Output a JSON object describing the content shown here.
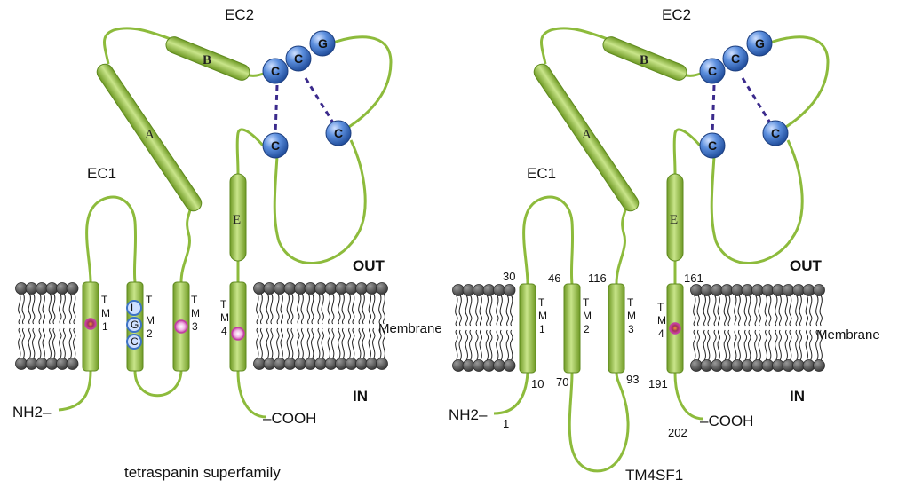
{
  "colors": {
    "helix": "#9bc24a",
    "helix_dark": "#5f8a1f",
    "loop": "#8dbb3c",
    "residue": "#3d73c4",
    "disulfide": "#3b2a8c",
    "lipid_head": "#555555",
    "marker": "#d84fb0"
  },
  "icons": {
    "cysteine_residue": "blue-sphere-icon",
    "lipid": "phospholipid-icon",
    "polar_residue": "pink-ring-icon"
  },
  "left": {
    "caption": "tetraspanin superfamily",
    "ec1": "EC1",
    "ec2": "EC2",
    "helix_a": "A",
    "helix_b": "B",
    "helix_e": "E",
    "tm": [
      {
        "t": "T",
        "m": "M",
        "n": "1"
      },
      {
        "t": "T",
        "m": "M",
        "n": "2"
      },
      {
        "t": "T",
        "m": "M",
        "n": "3"
      },
      {
        "t": "T",
        "m": "M",
        "n": "4"
      }
    ],
    "tm2_residues": [
      "L",
      "G",
      "C"
    ],
    "ec2_residues": [
      "C",
      "C",
      "G",
      "C",
      "C"
    ],
    "out": "OUT",
    "in": "IN",
    "membrane": "Membrane",
    "n_term": "NH2–",
    "c_term": "–COOH"
  },
  "right": {
    "caption": "TM4SF1",
    "ec1": "EC1",
    "ec2": "EC2",
    "helix_a": "A",
    "helix_b": "B",
    "helix_e": "E",
    "tm": [
      {
        "t": "T",
        "m": "M",
        "n": "1"
      },
      {
        "t": "T",
        "m": "M",
        "n": "2"
      },
      {
        "t": "T",
        "m": "M",
        "n": "3"
      },
      {
        "t": "T",
        "m": "M",
        "n": "4"
      }
    ],
    "ec2_residues": [
      "C",
      "C",
      "G",
      "C",
      "C"
    ],
    "out": "OUT",
    "in": "IN",
    "membrane": "Membrane",
    "n_term": "NH2–",
    "c_term": "–COOH",
    "positions": [
      "30",
      "46",
      "116",
      "161",
      "10",
      "70",
      "93",
      "191",
      "1",
      "202"
    ]
  }
}
